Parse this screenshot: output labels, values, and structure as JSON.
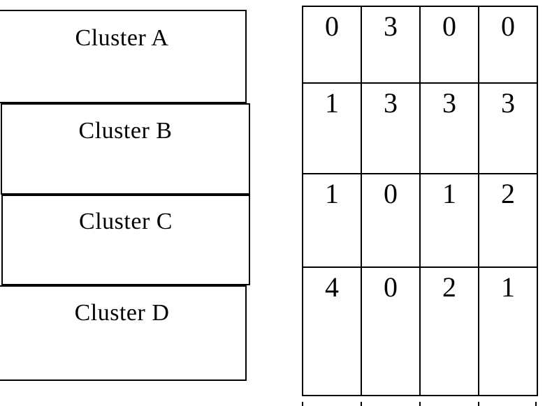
{
  "figure": {
    "background_color": "#ffffff",
    "line_color": "#000000"
  },
  "clusters": {
    "items": [
      {
        "label": "Cluster A"
      },
      {
        "label": "Cluster B"
      },
      {
        "label": "Cluster C"
      },
      {
        "label": "Cluster D"
      }
    ]
  },
  "matrix": {
    "rows": 4,
    "columns": 4,
    "values": [
      [
        "0",
        "3",
        "0",
        "0"
      ],
      [
        "1",
        "3",
        "3",
        "3"
      ],
      [
        "1",
        "0",
        "1",
        "2"
      ],
      [
        "4",
        "0",
        "2",
        "1"
      ]
    ]
  }
}
